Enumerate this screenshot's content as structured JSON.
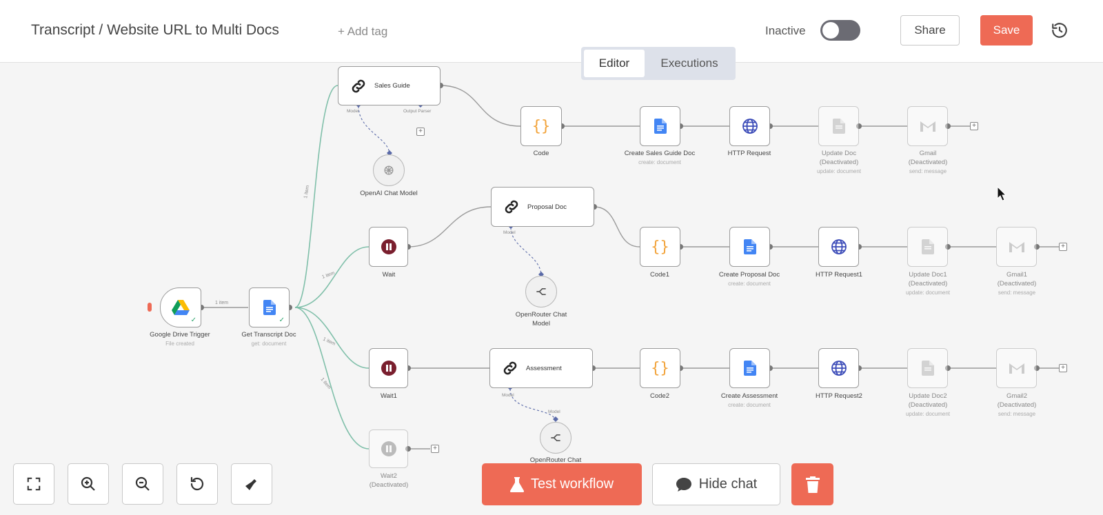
{
  "header": {
    "title": "Transcript / Website URL to Multi Docs",
    "add_tag": "+ Add tag",
    "status_label": "Inactive",
    "share_label": "Share",
    "save_label": "Save"
  },
  "tabs": [
    {
      "label": "Editor",
      "active": true
    },
    {
      "label": "Executions",
      "active": false
    }
  ],
  "connection_labels": [
    "1 item",
    "1 item",
    "1 item",
    "1 item",
    "1 item"
  ],
  "nodes": {
    "google_drive_trigger": {
      "label": "Google Drive Trigger",
      "sub": "File created",
      "icon": "google-drive-icon"
    },
    "get_transcript_doc": {
      "label": "Get Transcript Doc",
      "sub": "get: document",
      "icon": "google-docs-icon"
    },
    "sales_guide": {
      "title": "Sales Guide",
      "icon": "link-chain-icon",
      "ports": [
        "Model",
        "Output Parser"
      ]
    },
    "openai_chat_model": {
      "label": "OpenAI Chat Model",
      "icon": "openai-icon"
    },
    "code": {
      "label": "Code",
      "icon": "code-braces-icon"
    },
    "create_sales_guide_doc": {
      "label": "Create Sales Guide Doc",
      "sub": "create: document",
      "icon": "google-docs-icon"
    },
    "http_request": {
      "label": "HTTP Request",
      "icon": "globe-icon"
    },
    "update_doc": {
      "label": "Update Doc",
      "label2": "(Deactivated)",
      "sub": "update: document",
      "icon": "google-docs-icon"
    },
    "gmail": {
      "label": "Gmail",
      "label2": "(Deactivated)",
      "sub": "send: message",
      "icon": "gmail-icon"
    },
    "wait": {
      "label": "Wait",
      "icon": "pause-icon"
    },
    "proposal_doc": {
      "title": "Proposal Doc",
      "icon": "link-chain-icon",
      "ports": [
        "Model"
      ]
    },
    "openrouter_chat_model": {
      "label": "OpenRouter Chat",
      "label2": "Model",
      "icon": "openrouter-icon"
    },
    "code1": {
      "label": "Code1",
      "icon": "code-braces-icon"
    },
    "create_proposal_doc": {
      "label": "Create Proposal Doc",
      "sub": "create: document",
      "icon": "google-docs-icon"
    },
    "http_request1": {
      "label": "HTTP Request1",
      "icon": "globe-icon"
    },
    "update_doc1": {
      "label": "Update Doc1",
      "label2": "(Deactivated)",
      "sub": "update: document",
      "icon": "google-docs-icon"
    },
    "gmail1": {
      "label": "Gmail1",
      "label2": "(Deactivated)",
      "sub": "send: message",
      "icon": "gmail-icon"
    },
    "wait1": {
      "label": "Wait1",
      "icon": "pause-icon"
    },
    "assessment": {
      "title": "Assessment",
      "icon": "link-chain-icon",
      "ports": [
        "Model"
      ]
    },
    "openrouter_chat_model2": {
      "label": "OpenRouter Chat",
      "port": "Model",
      "icon": "openrouter-icon"
    },
    "code2": {
      "label": "Code2",
      "icon": "code-braces-icon"
    },
    "create_assessment": {
      "label": "Create Assessment",
      "sub": "create: document",
      "icon": "google-docs-icon"
    },
    "http_request2": {
      "label": "HTTP Request2",
      "icon": "globe-icon"
    },
    "update_doc2": {
      "label": "Update Doc2",
      "label2": "(Deactivated)",
      "sub": "update: document",
      "icon": "google-docs-icon"
    },
    "gmail2": {
      "label": "Gmail2",
      "label2": "(Deactivated)",
      "sub": "send: message",
      "icon": "gmail-icon"
    },
    "wait2": {
      "label": "Wait2",
      "label2": "(Deactivated)",
      "icon": "pause-icon"
    }
  },
  "bottom": {
    "test_workflow": "Test workflow",
    "hide_chat": "Hide chat"
  },
  "colors": {
    "accent": "#ee6a55",
    "toggle_off": "#6b6b73",
    "connection_active": "#7fbfa9",
    "connection": "#9a9a9a",
    "wait_icon": "#7a1f2e",
    "docs_blue": "#4285f4",
    "code_orange": "#f2a33a",
    "globe_blue": "#3b4bb8"
  }
}
